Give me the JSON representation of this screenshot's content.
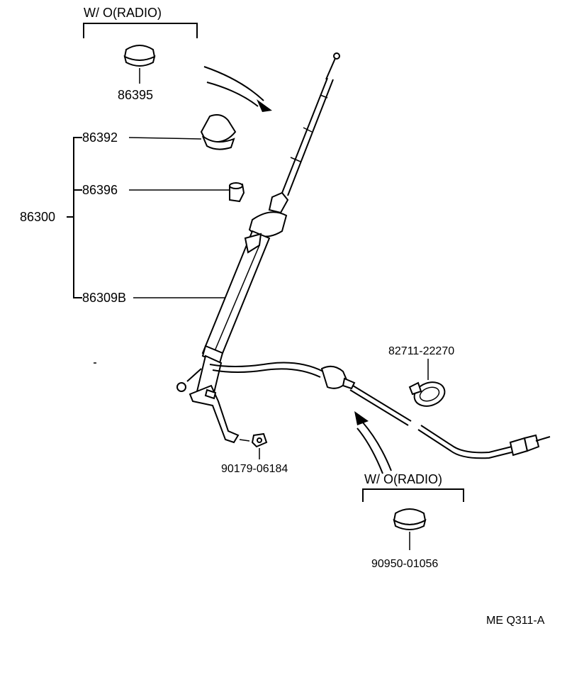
{
  "diagram": {
    "condition_label_top": "W/ O(RADIO)",
    "condition_label_bottom": "W/ O(RADIO)",
    "assembly_part": "86300",
    "parts": {
      "grommet_top": "86395",
      "antenna_nut": "86392",
      "antenna_collar": "86396",
      "antenna_mast": "86309B",
      "clamp": "82711-22270",
      "bolt": "90179-06184",
      "grommet_bottom": "90950-01056"
    },
    "reference_code": "ME  Q311-A"
  }
}
